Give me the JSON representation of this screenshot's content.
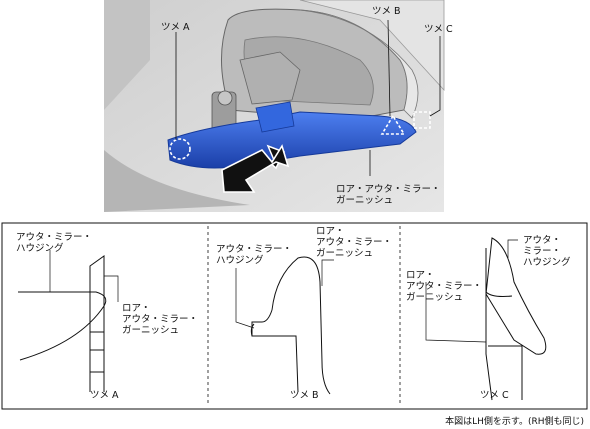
{
  "illustration": {
    "callouts": {
      "tab_a": "ツメ A",
      "tab_b": "ツメ B",
      "tab_c": "ツメ C",
      "garnish": "ロア・アウタ・ミラー・\nガーニッシュ"
    }
  },
  "details": {
    "panel_a": {
      "housing": "アウタ・ミラー・\nハウジング",
      "garnish": "ロア・\nアウタ・ミラー・\nガーニッシュ",
      "caption": "ツメ A"
    },
    "panel_b": {
      "housing": "アウタ・ミラー・\nハウジング",
      "garnish": "ロア・\nアウタ・ミラー・\nガーニッシュ",
      "caption": "ツメ B"
    },
    "panel_c": {
      "housing": "アウタ・\nミラー・\nハウジング",
      "garnish": "ロア・\nアウタ・ミラー・\nガーニッシュ",
      "caption": "ツメ C"
    }
  },
  "note": "本図はLH側を示す。(RH側も同じ)",
  "colors": {
    "garnish_blue": "#2a5ad0",
    "illustration_bg": "#d8d8d8",
    "mirror_grey": "#bdbdbd"
  }
}
